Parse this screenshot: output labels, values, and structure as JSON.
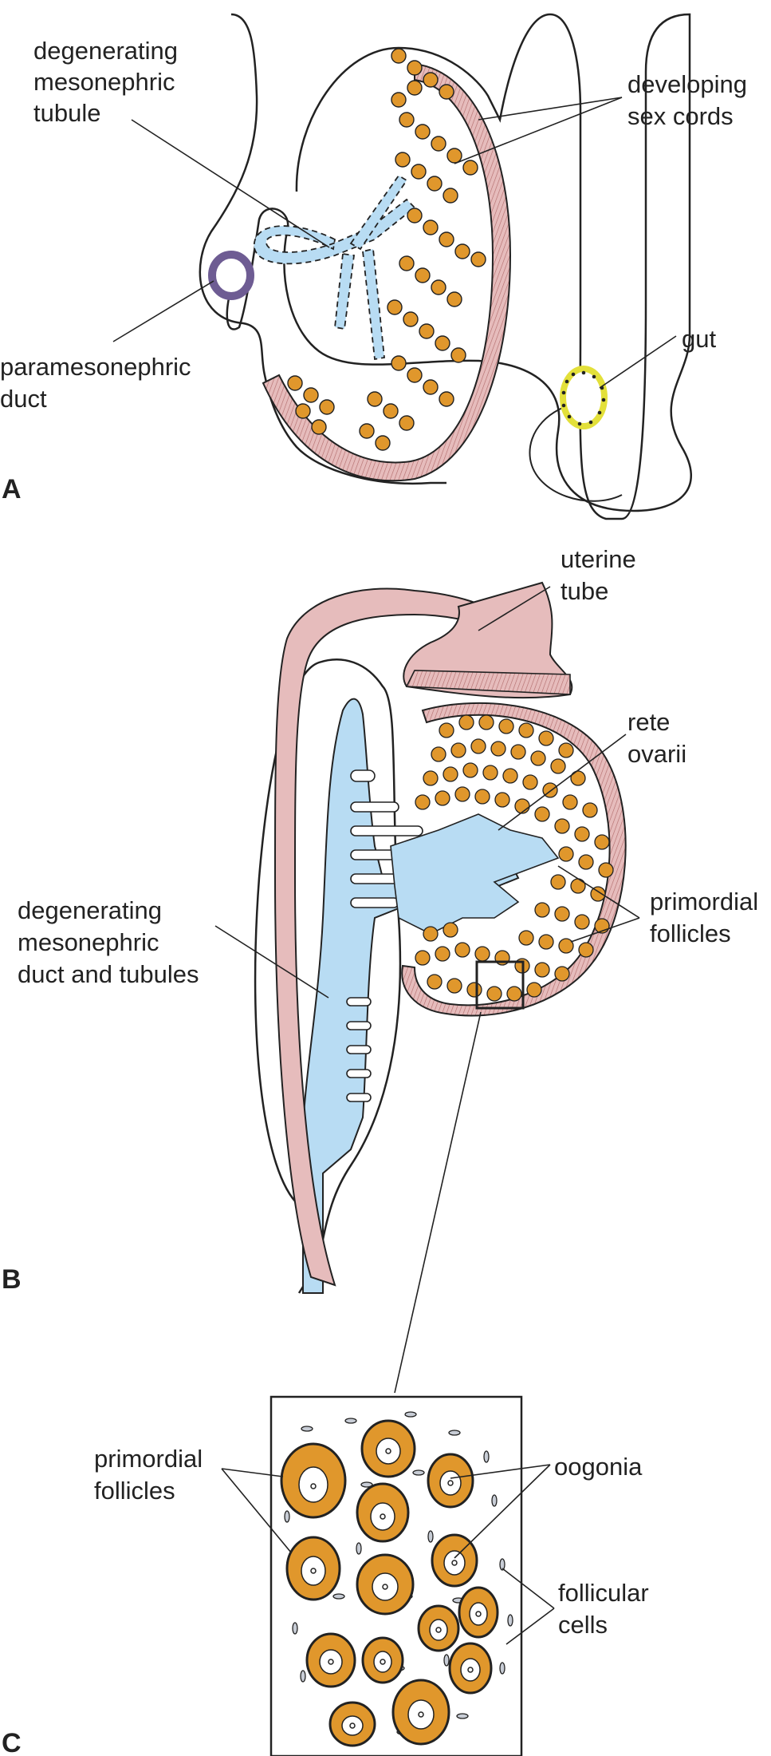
{
  "panels": {
    "a": "A",
    "b": "B",
    "c": "C"
  },
  "labels": {
    "a_degenerating_mesonephric_tubule": [
      "degenerating",
      "mesonephric",
      "tubule"
    ],
    "a_developing_sex_cords": [
      "developing",
      "sex cords"
    ],
    "a_paramesonephric_duct": [
      "paramesonephric",
      "duct"
    ],
    "a_gut": [
      "gut"
    ],
    "b_uterine_tube": [
      "uterine",
      "tube"
    ],
    "b_rete_ovarii": [
      "rete",
      "ovarii"
    ],
    "b_degenerating_mesonephric_duct_and_tubules": [
      "degenerating",
      "mesonephric",
      "duct and tubules"
    ],
    "b_primordial_follicles": [
      "primordial",
      "follicles"
    ],
    "c_primordial_follicles": [
      "primordial",
      "follicles"
    ],
    "c_oogonia": [
      "oogonia"
    ],
    "c_follicular_cells": [
      "follicular",
      "cells"
    ]
  },
  "colors": {
    "outline": "#222222",
    "mesonephric_blue": "#b8dcf3",
    "coelomic_epithelium_pink": "#e6bcbc",
    "oocyte_orange": "#e0972c",
    "paramesonephric_duct_purple": "#6e5c93",
    "gut_yellow": "#ffff99",
    "follicular_cell_gray": "#c8cdd6"
  }
}
